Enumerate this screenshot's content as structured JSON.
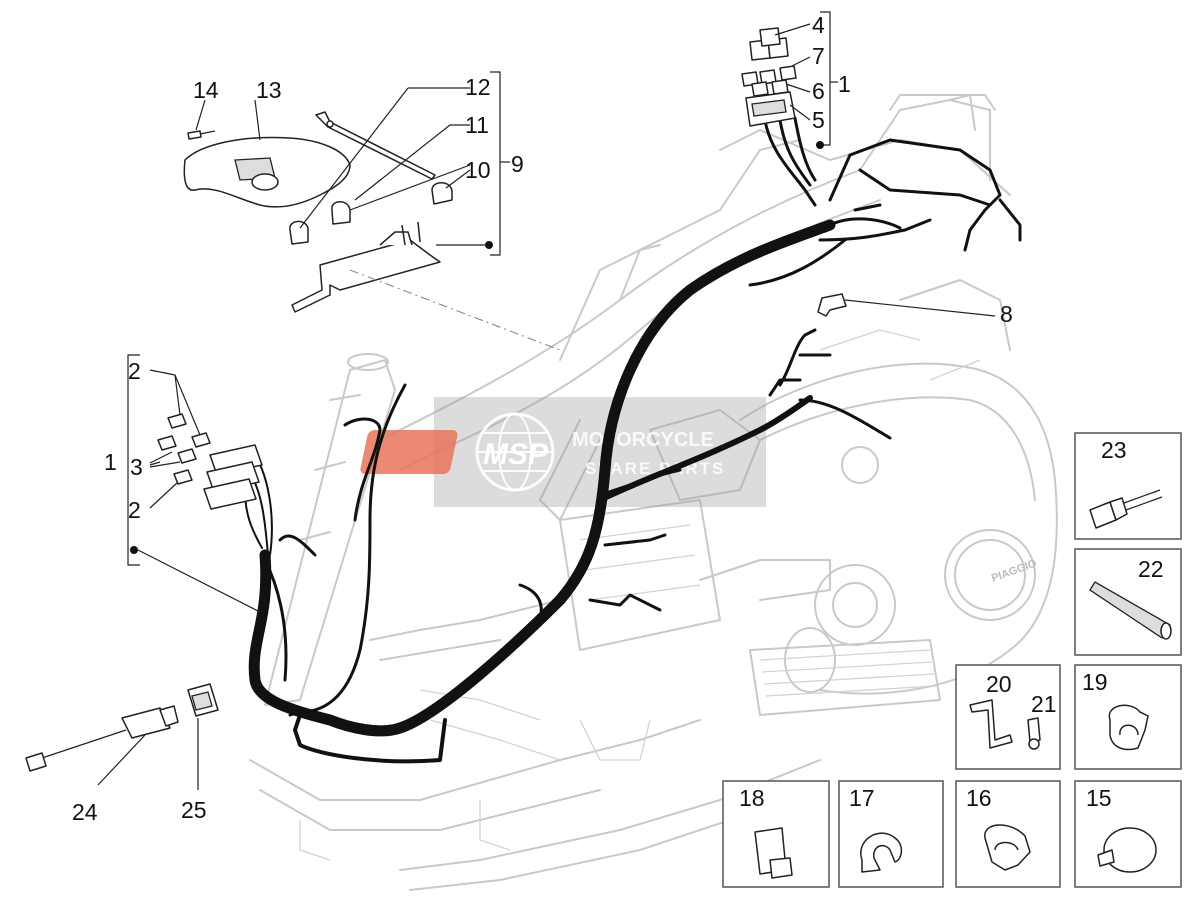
{
  "callouts": {
    "c1a": "1",
    "c1b": "1",
    "c2a": "2",
    "c2b": "2",
    "c3": "3",
    "c4": "4",
    "c5": "5",
    "c6": "6",
    "c7": "7",
    "c8": "8",
    "c9": "9",
    "c10": "10",
    "c11": "11",
    "c12": "12",
    "c13": "13",
    "c14": "14",
    "c15": "15",
    "c16": "16",
    "c17": "17",
    "c18": "18",
    "c19": "19",
    "c20": "20",
    "c21": "21",
    "c22": "22",
    "c23": "23",
    "c24": "24",
    "c25": "25"
  },
  "watermark": {
    "logo": "MSP",
    "line1": "MOTORCYCLE",
    "line2": "SPARE PARTS"
  },
  "engine_brand": "PIAGGIO",
  "colors": {
    "harness": "#111111",
    "ghost": "#c9c9c9",
    "watermark_logo": "#e8745a"
  }
}
